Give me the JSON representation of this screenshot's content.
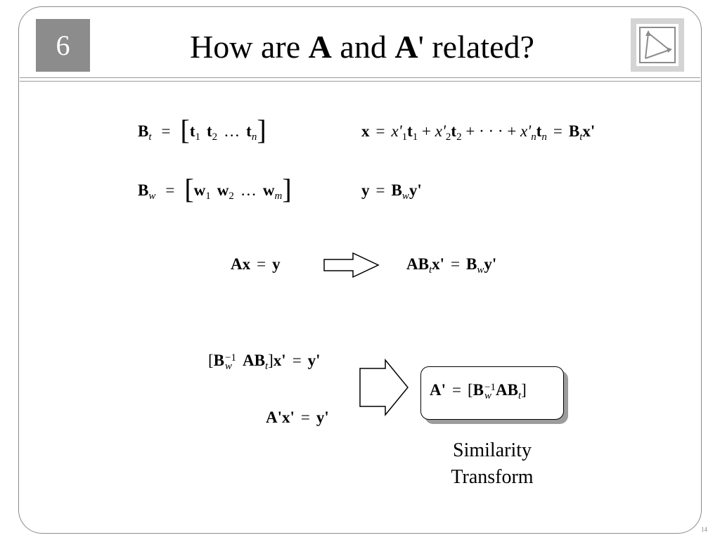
{
  "slide": {
    "chapter_number": "6",
    "page_number": "14",
    "title": {
      "text_1": "How are ",
      "sym_1": "A",
      "text_2": " and ",
      "sym_2": "A",
      "text_3": "' related?"
    },
    "caption": {
      "line1": "Similarity",
      "line2": "Transform"
    }
  },
  "sym": {
    "B": "B",
    "t": "t",
    "w": "w",
    "n": "n",
    "m": "m",
    "x": "x",
    "y": "y",
    "A": "A",
    "Aprime": "A'",
    "xprime": "x'",
    "yprime": "y'",
    "xp_italic": "x'",
    "eq": "=",
    "plus": "+",
    "ellipsis": "…",
    "cdots": "· · ·",
    "one": "1",
    "two": "2",
    "neg_one": "−1",
    "lbracket": "[",
    "rbracket": "]"
  },
  "colors": {
    "badge": "#8c8c8c",
    "frame": "#8a8a8a",
    "shadow": "#9c9c9c"
  }
}
